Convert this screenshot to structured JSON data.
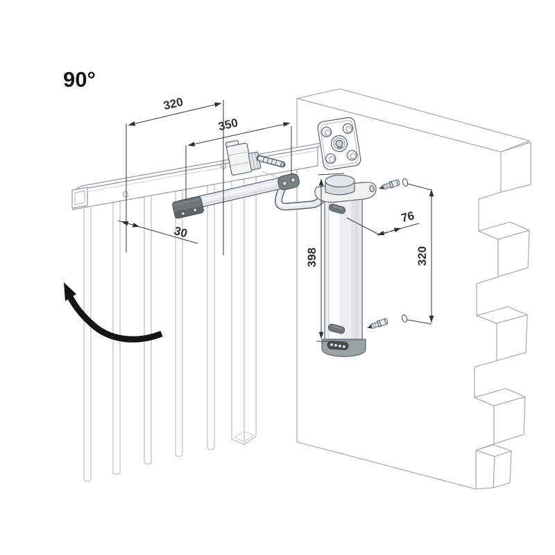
{
  "page": {
    "background": "#ffffff"
  },
  "drawing": {
    "angle_label": "90°",
    "dimensions": {
      "gate_hole_spacing": "320",
      "arm_length": "350",
      "arm_offset": "30",
      "wall_distance": "76",
      "closer_height": "398",
      "screw_spacing": "320"
    },
    "colors": {
      "outline_light": "#9aa1a7",
      "outline_dark": "#5a646c",
      "metal_fill": "#eceff0",
      "metal_dark": "#6f7679",
      "dimension_line": "#3a3a3a",
      "swing_arrow": "#151515"
    }
  }
}
